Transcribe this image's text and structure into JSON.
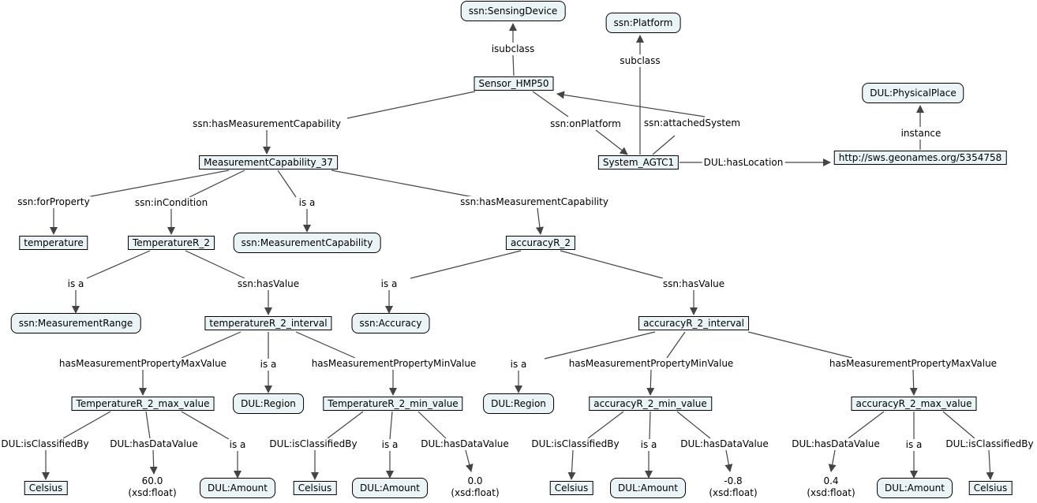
{
  "nodes": {
    "sensing_device": "ssn:SensingDevice",
    "platform": "ssn:Platform",
    "physical_place": "DUL:PhysicalPlace",
    "sensor": "Sensor_HMP50",
    "system": "System_AGTC1",
    "geonames": "http://sws.geonames.org/5354758",
    "mcap": "MeasurementCapability_37",
    "temperature": "temperature",
    "temp_r2": "TemperatureR_2",
    "ssn_mcap": "ssn:MeasurementCapability",
    "acc_r2": "accuracyR_2",
    "ssn_mrange": "ssn:MeasurementRange",
    "temp_interval": "temperatureR_2_interval",
    "ssn_accuracy": "ssn:Accuracy",
    "acc_interval": "accuracyR_2_interval",
    "temp_max": "TemperatureR_2_max_value",
    "dul_region_1": "DUL:Region",
    "temp_min": "TemperatureR_2_min_value",
    "dul_region_2": "DUL:Region",
    "acc_min": "accuracyR_2_min_value",
    "acc_max": "accuracyR_2_max_value",
    "celsius_1": "Celsius",
    "val_60_num": "60.0",
    "val_60_type": "(xsd:float)",
    "amount_1": "DUL:Amount",
    "celsius_2": "Celsius",
    "amount_2": "DUL:Amount",
    "val_0_num": "0.0",
    "val_0_type": "(xsd:float)",
    "celsius_3": "Celsius",
    "amount_3": "DUL:Amount",
    "val_m08_num": "-0.8",
    "val_m08_type": "(xsd:float)",
    "val_04_num": "0.4",
    "val_04_type": "(xsd:float)",
    "amount_4": "DUL:Amount",
    "celsius_4": "Celsius"
  },
  "edges": {
    "isubclass": "isubclass",
    "subclass": "subclass",
    "instance": "instance",
    "has_mcap_1": "ssn:hasMeasurementCapability",
    "on_platform": "ssn:onPlatform",
    "attached_system": "ssn:attachedSystem",
    "has_location": "DUL:hasLocation",
    "for_property": "ssn:forProperty",
    "in_condition": "ssn:inCondition",
    "isa_mcap": "is a",
    "has_mcap_2": "ssn:hasMeasurementCapability",
    "isa_mrange": "is a",
    "has_value_temp": "ssn:hasValue",
    "isa_accuracy": "is a",
    "has_value_acc": "ssn:hasValue",
    "temp_max_prop": "hasMeasurementPropertyMaxValue",
    "isa_region_1": "is a",
    "temp_min_prop": "hasMeasurementPropertyMinValue",
    "isa_region_2": "is a",
    "acc_min_prop": "hasMeasurementPropertyMinValue",
    "acc_max_prop": "hasMeasurementPropertyMaxValue",
    "classified_1": "DUL:isClassifiedBy",
    "data_value_1": "DUL:hasDataValue",
    "isa_amount_1": "is a",
    "classified_2": "DUL:isClassifiedBy",
    "isa_amount_2": "is a",
    "data_value_2": "DUL:hasDataValue",
    "classified_3": "DUL:isClassifiedBy",
    "isa_amount_3": "is a",
    "data_value_3": "DUL:hasDataValue",
    "data_value_4": "DUL:hasDataValue",
    "isa_amount_4": "is a",
    "classified_4": "DUL:isClassifiedBy"
  }
}
